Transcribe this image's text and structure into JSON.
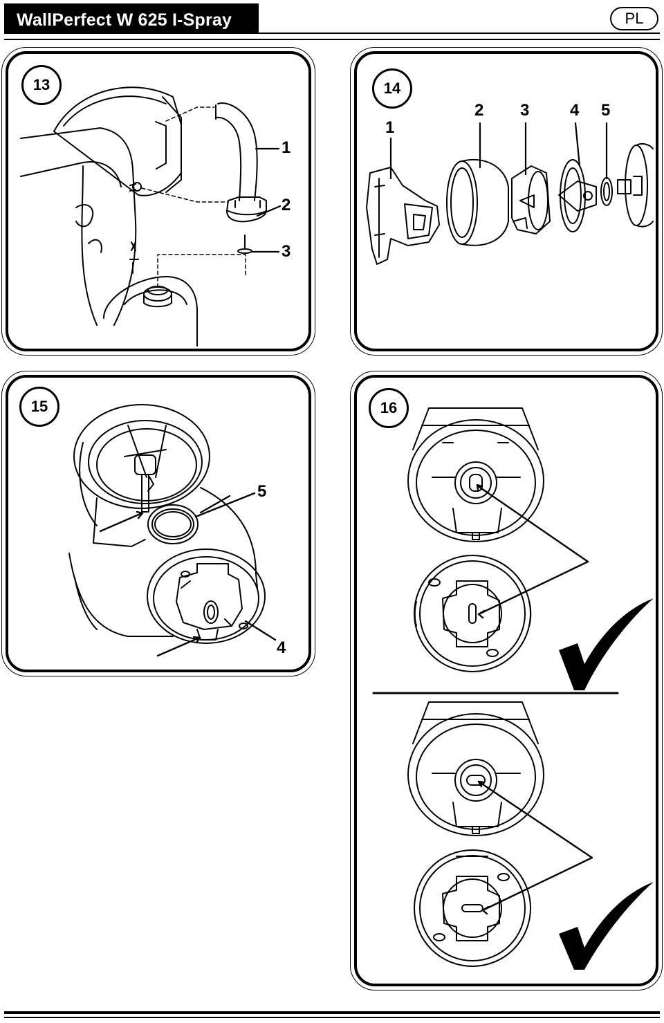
{
  "header": {
    "title": "WallPerfect W 625 I-Spray",
    "language": "PL"
  },
  "panels": [
    {
      "step": "13",
      "callouts": [
        "1",
        "2",
        "3"
      ]
    },
    {
      "step": "14",
      "callouts": [
        "1",
        "2",
        "3",
        "4",
        "5"
      ]
    },
    {
      "step": "15",
      "callouts": [
        "5",
        "4"
      ]
    },
    {
      "step": "16",
      "callouts": []
    }
  ]
}
